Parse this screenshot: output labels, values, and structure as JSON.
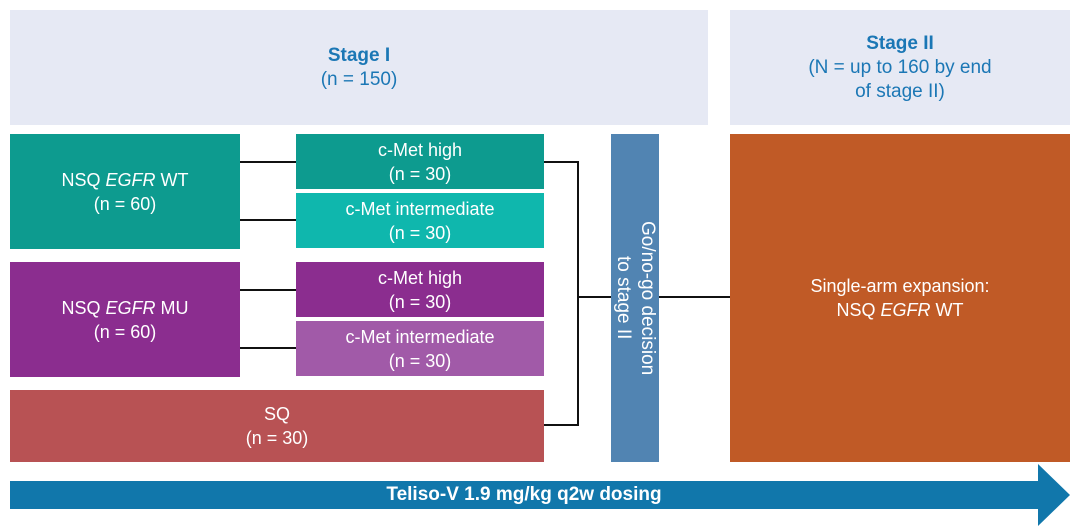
{
  "stage1": {
    "title": "Stage I",
    "n": "(n = 150)"
  },
  "stage2": {
    "title": "Stage II",
    "line1": "(N = up to 160 by end",
    "line2": "of stage II)"
  },
  "groups": {
    "nsq_wt": {
      "pre": "NSQ ",
      "gene": "EGFR",
      "post": " WT",
      "n": "(n = 60)"
    },
    "nsq_mu": {
      "pre": "NSQ ",
      "gene": "EGFR",
      "post": " MU",
      "n": "(n = 60)"
    },
    "sq": {
      "label": "SQ",
      "n": "(n = 30)"
    }
  },
  "subgroups": {
    "wt_high": {
      "label": "c-Met high",
      "n": "(n = 30)"
    },
    "wt_int": {
      "label": "c-Met intermediate",
      "n": "(n = 30)"
    },
    "mu_high": {
      "label": "c-Met high",
      "n": "(n = 30)"
    },
    "mu_int": {
      "label": "c-Met intermediate",
      "n": "(n = 30)"
    }
  },
  "decision": {
    "line1": "Go/no-go decision",
    "line2": "to stage II"
  },
  "expansion": {
    "line1": "Single-arm expansion:",
    "pre": "NSQ ",
    "gene": "EGFR",
    "post": " WT"
  },
  "arrow": {
    "label": "Teliso-V 1.9 mg/kg q2w dosing"
  },
  "colors": {
    "teal_dark": "#0d9b8f",
    "teal_light": "#0fb7ad",
    "purple_dark": "#8b2d8f",
    "purple_light": "#a15aa8",
    "sq_red": "#b85254",
    "decision_blue": "#5184b2",
    "expansion_orange": "#c05a26",
    "arrow_blue": "#1177ab",
    "header_bg": "#e6e9f4",
    "header_text": "#1b77b5"
  }
}
